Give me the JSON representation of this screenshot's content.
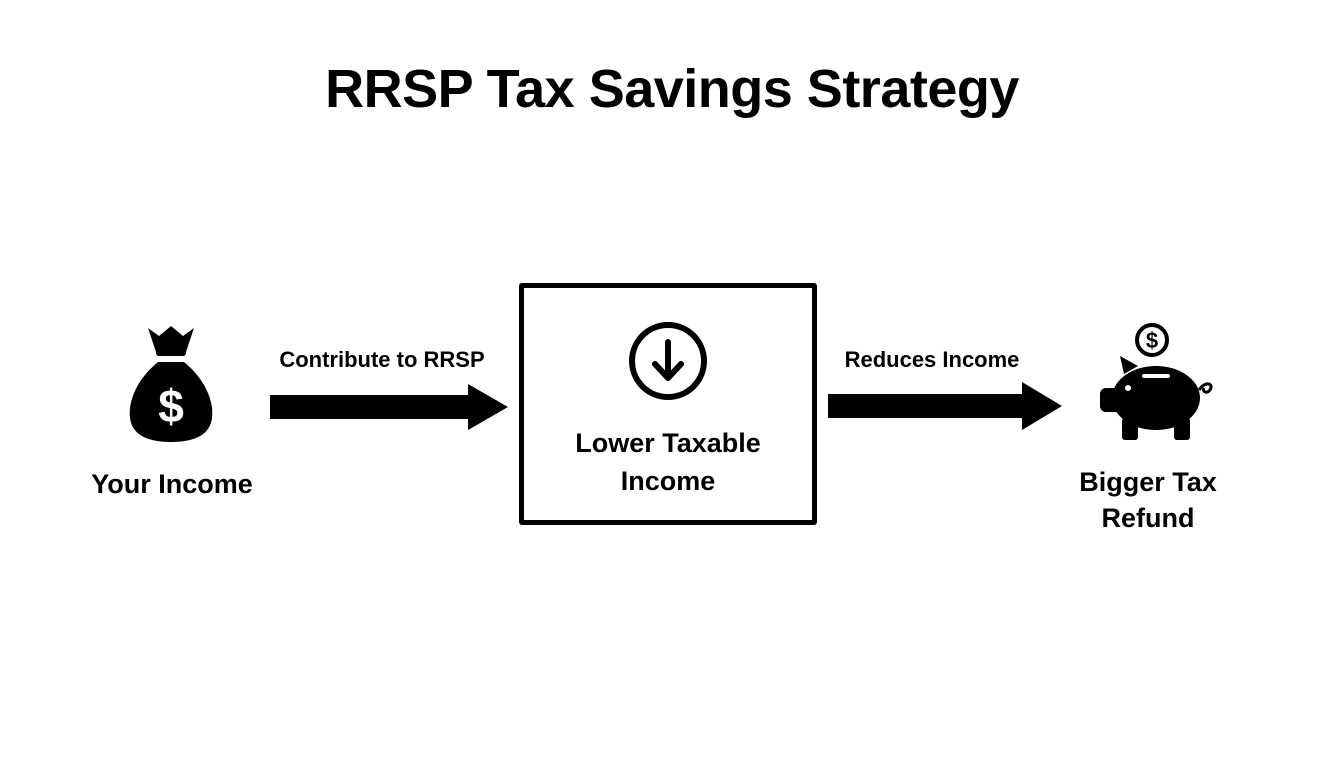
{
  "title": "RRSP Tax Savings Strategy",
  "nodes": {
    "income": {
      "label": "Your Income",
      "icon": "money-bag-icon"
    },
    "process": {
      "label_line1": "Lower Taxable",
      "label_line2": "Income",
      "icon": "down-arrow-circle-icon"
    },
    "refund": {
      "label_line1": "Bigger Tax",
      "label_line2": "Refund",
      "icon": "piggy-bank-icon"
    }
  },
  "edges": {
    "contribute": {
      "label": "Contribute to RRSP"
    },
    "reduces": {
      "label": "Reduces Income"
    }
  },
  "colors": {
    "ink": "#000000",
    "background": "#ffffff"
  }
}
